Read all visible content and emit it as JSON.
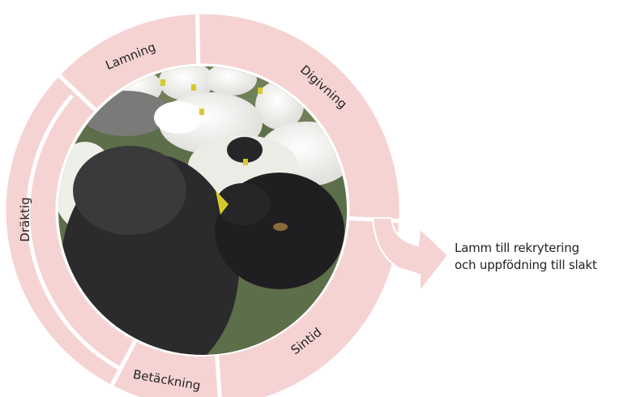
{
  "cycle": {
    "stages": [
      "Lamning",
      "Digivning",
      "Sintid",
      "Betäckning",
      "Dräktig"
    ],
    "ring_color": "#f6d3d3",
    "photo": "flock-of-white-and-black-sheep"
  },
  "outcome": {
    "line1": "Lamm till rekrytering",
    "line2": "och uppfödning till slakt"
  }
}
